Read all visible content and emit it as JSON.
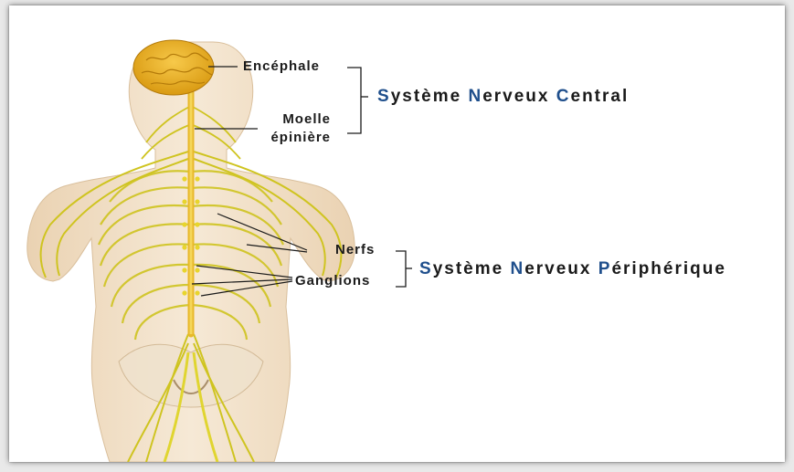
{
  "labels": {
    "encephale": "Encéphale",
    "moelle_line1": "Moelle",
    "moelle_line2": "épinière",
    "nerfs": "Nerfs",
    "ganglions": "Ganglions"
  },
  "central_system": {
    "w1_initial": "S",
    "w1_rest": "ystème",
    "w2_initial": "N",
    "w2_rest": "erveux",
    "w3_initial": "C",
    "w3_rest": "entral"
  },
  "peripheral_system": {
    "w1_initial": "S",
    "w1_rest": "ystème",
    "w2_initial": "N",
    "w2_rest": "erveux",
    "w3_initial": "P",
    "w3_rest": "ériphérique"
  },
  "colors": {
    "accent": "#1f4f8c",
    "nerve": "#d8cf2a",
    "brain": "#e3a91f",
    "skin": "#f1dfc6"
  }
}
